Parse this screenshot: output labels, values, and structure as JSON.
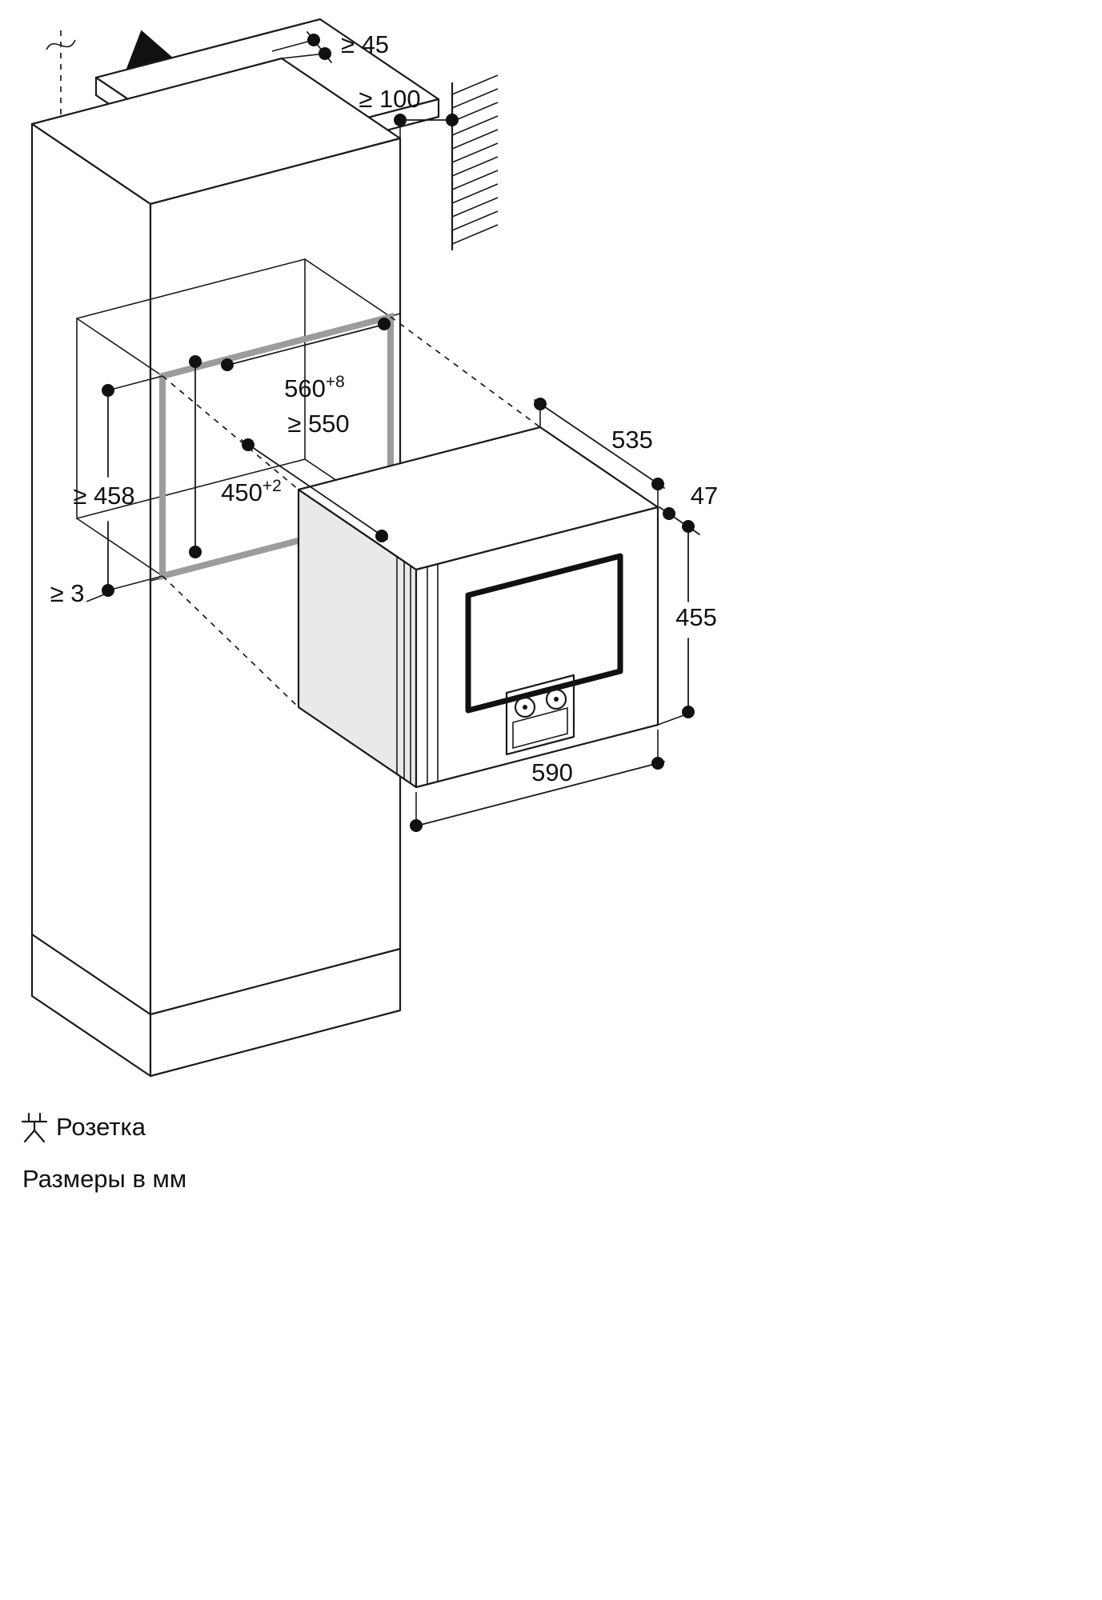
{
  "dimensions": {
    "gap_above": "≥ 45",
    "wall_clearance": "≥ 100",
    "niche_width": "560",
    "niche_width_tol": "+8",
    "niche_depth": "≥ 550",
    "niche_height": "450",
    "niche_height_tol": "+2",
    "housing_height": "≥ 458",
    "bottom_gap": "≥ 3",
    "appliance_depth": "535",
    "door_frame": "47",
    "appliance_height": "455",
    "appliance_width": "590"
  },
  "footer": {
    "socket_label": "Розетка",
    "units_label": "Размеры в мм"
  },
  "colors": {
    "line": "#1a1a1a",
    "niche_frame": "#9c9c9c",
    "appliance_side": "#e9e9e9"
  }
}
